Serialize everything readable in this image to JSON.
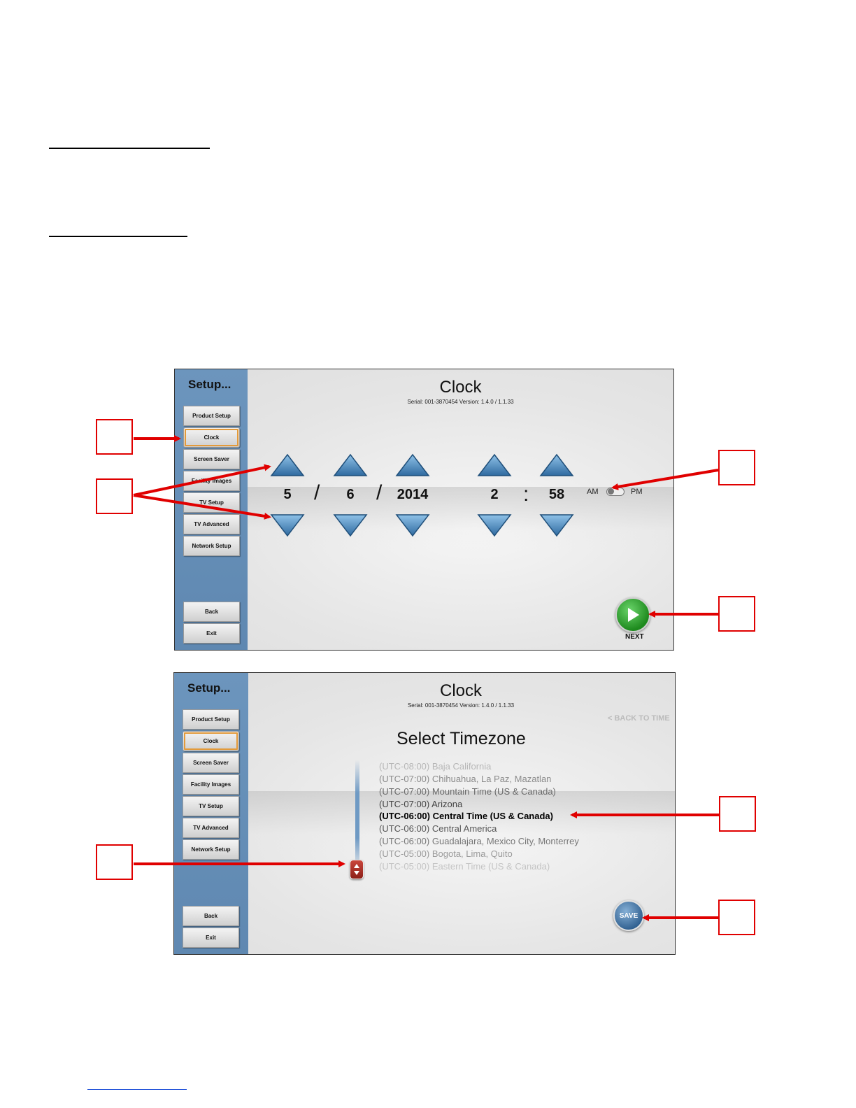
{
  "colors": {
    "accent_red": "#e00000",
    "sidebar_blue": "#6c95bd",
    "active_orange": "#e39a3a",
    "next_green": "#2a9a2a",
    "save_blue": "#4d7fae"
  },
  "screen1": {
    "sidebar": {
      "title": "Setup...",
      "items": [
        "Product Setup",
        "Clock",
        "Screen Saver",
        "Facility Images",
        "TV Setup",
        "TV Advanced",
        "Network Setup"
      ],
      "active": "Clock",
      "back": "Back",
      "exit": "Exit"
    },
    "title": "Clock",
    "serial": "Serial: 001-3870454   Version: 1.4.0 / 1.1.33",
    "date": {
      "month": "5",
      "day": "6",
      "year": "2014",
      "sep": "/"
    },
    "time": {
      "hour": "2",
      "minute": "58",
      "sep": ":"
    },
    "am_label": "AM",
    "pm_label": "PM",
    "next_label": "NEXT"
  },
  "screen2": {
    "sidebar": {
      "title": "Setup...",
      "items": [
        "Product Setup",
        "Clock",
        "Screen Saver",
        "Facility Images",
        "TV Setup",
        "TV Advanced",
        "Network Setup"
      ],
      "active": "Clock",
      "back": "Back",
      "exit": "Exit"
    },
    "title": "Clock",
    "serial": "Serial: 001-3870454   Version: 1.4.0 / 1.1.33",
    "back_to_time": "< BACK TO TIME",
    "subtitle": "Select Timezone",
    "timezones": [
      "(UTC-08:00) Baja California",
      "(UTC-07:00) Chihuahua, La Paz, Mazatlan",
      "(UTC-07:00) Mountain Time (US & Canada)",
      "(UTC-07:00) Arizona",
      "(UTC-06:00) Central Time (US & Canada)",
      "(UTC-06:00) Central America",
      "(UTC-06:00) Guadalajara, Mexico City, Monterrey",
      "(UTC-05:00) Bogota, Lima, Quito",
      "(UTC-05:00) Eastern Time (US & Canada)"
    ],
    "selected_timezone": "(UTC-06:00) Central Time (US & Canada)",
    "save_label": "SAVE"
  }
}
